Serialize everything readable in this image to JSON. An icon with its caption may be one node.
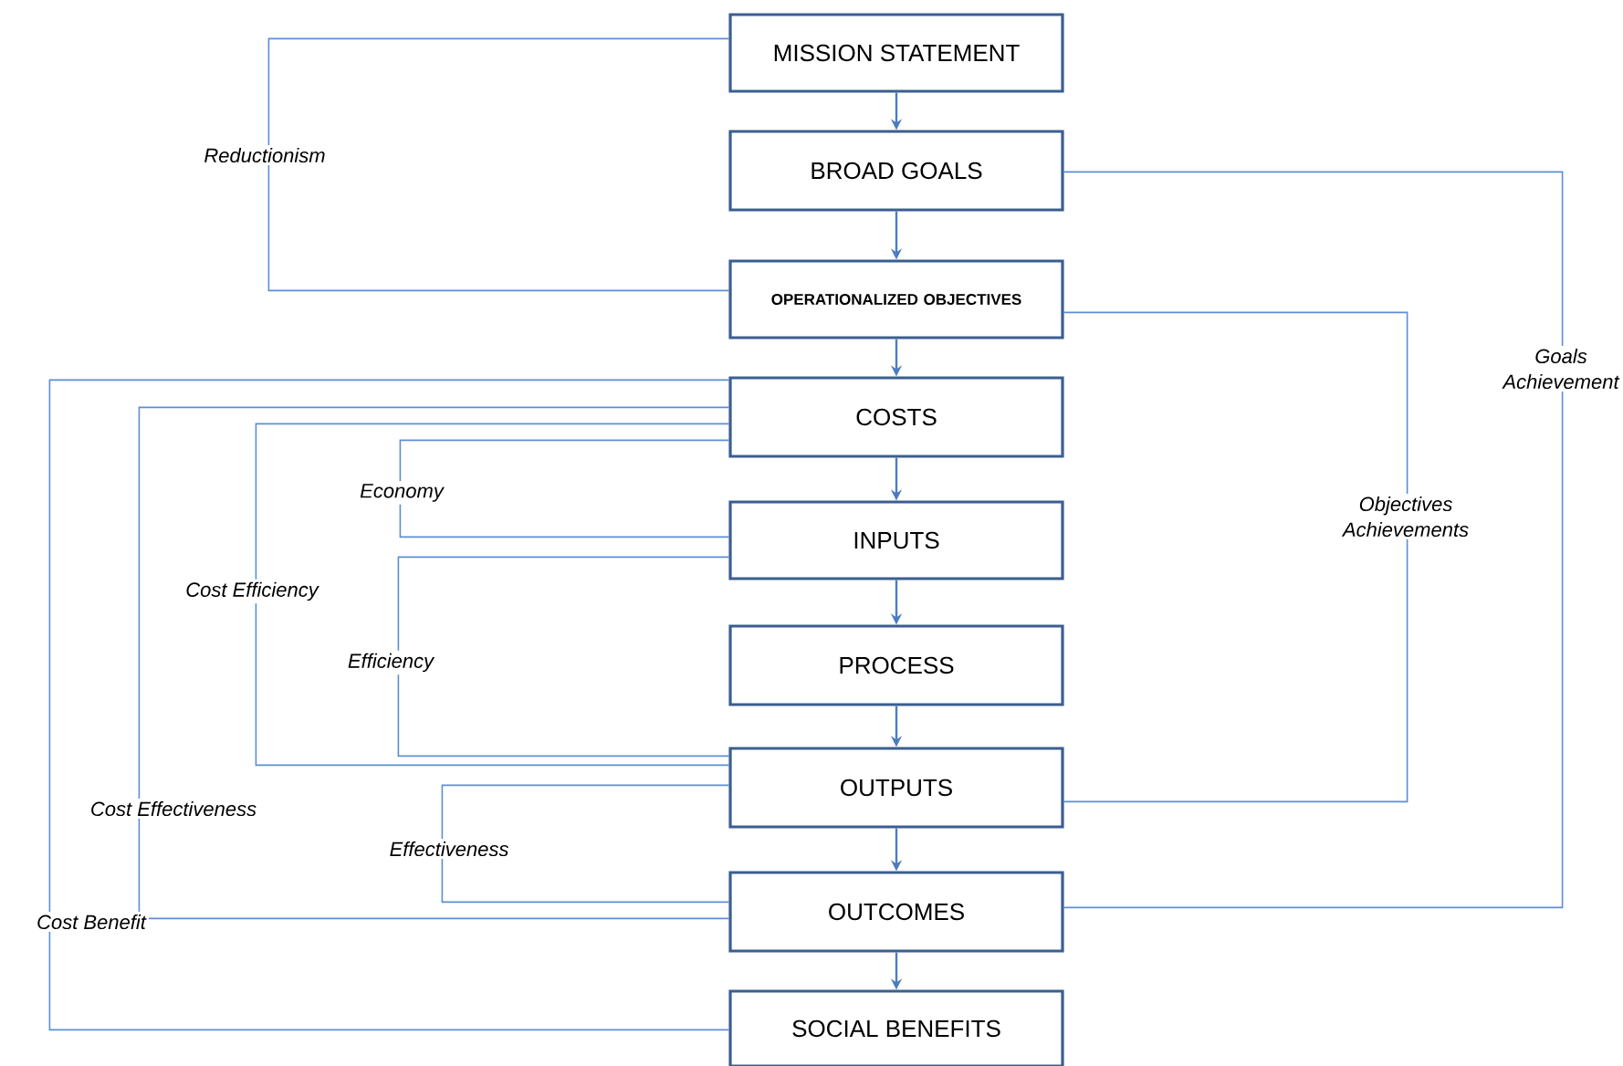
{
  "diagram": {
    "nodes": [
      {
        "text": [
          "MISSION STATEMENT"
        ]
      },
      {
        "text": [
          "BROAD GOALS"
        ]
      },
      {
        "text": [
          "OPERATIONALIZED OBJECTIVES"
        ]
      },
      {
        "text": [
          "COSTS"
        ]
      },
      {
        "text": [
          "INPUTS"
        ]
      },
      {
        "text": [
          "PROCESS"
        ]
      },
      {
        "text": [
          "OUTPUTS"
        ]
      },
      {
        "text": [
          "OUTCOMES"
        ]
      },
      {
        "text": [
          "SOCIAL BENEFITS"
        ]
      }
    ],
    "edges": [
      {
        "from": 0,
        "to": 1,
        "arrow": "to"
      },
      {
        "from": 1,
        "to": 2,
        "arrow": "to"
      },
      {
        "from": 2,
        "to": 3,
        "arrow": "to"
      },
      {
        "from": 3,
        "to": 4,
        "arrow": "to"
      },
      {
        "from": 4,
        "to": 5,
        "arrow": "to"
      },
      {
        "from": 5,
        "to": 6,
        "arrow": "to"
      },
      {
        "from": 6,
        "to": 7,
        "arrow": "to"
      },
      {
        "from": 7,
        "to": 8,
        "arrow": "to"
      },
      {
        "from": 0,
        "to": 2,
        "arrow": "none",
        "label": "Reductionism"
      },
      {
        "from": 1,
        "to": 7,
        "arrow": "none",
        "label": "Goals Achievement"
      },
      {
        "from": 2,
        "to": 6,
        "arrow": "none",
        "label": "Objectives Achievements"
      },
      {
        "from": 3,
        "to": 8,
        "arrow": "none",
        "label": "Cost Benefit"
      },
      {
        "from": 3,
        "to": 7,
        "arrow": "none",
        "label": "Cost Effectiveness"
      },
      {
        "from": 3,
        "to": 6,
        "arrow": "none",
        "label": "Cost Efficiency"
      },
      {
        "from": 3,
        "to": 4,
        "arrow": "none",
        "label": "Economy"
      },
      {
        "from": 4,
        "to": 6,
        "arrow": "none",
        "label": "Efficiency"
      },
      {
        "from": 6,
        "to": 7,
        "arrow": "none",
        "label": "Effectiveness"
      }
    ]
  }
}
